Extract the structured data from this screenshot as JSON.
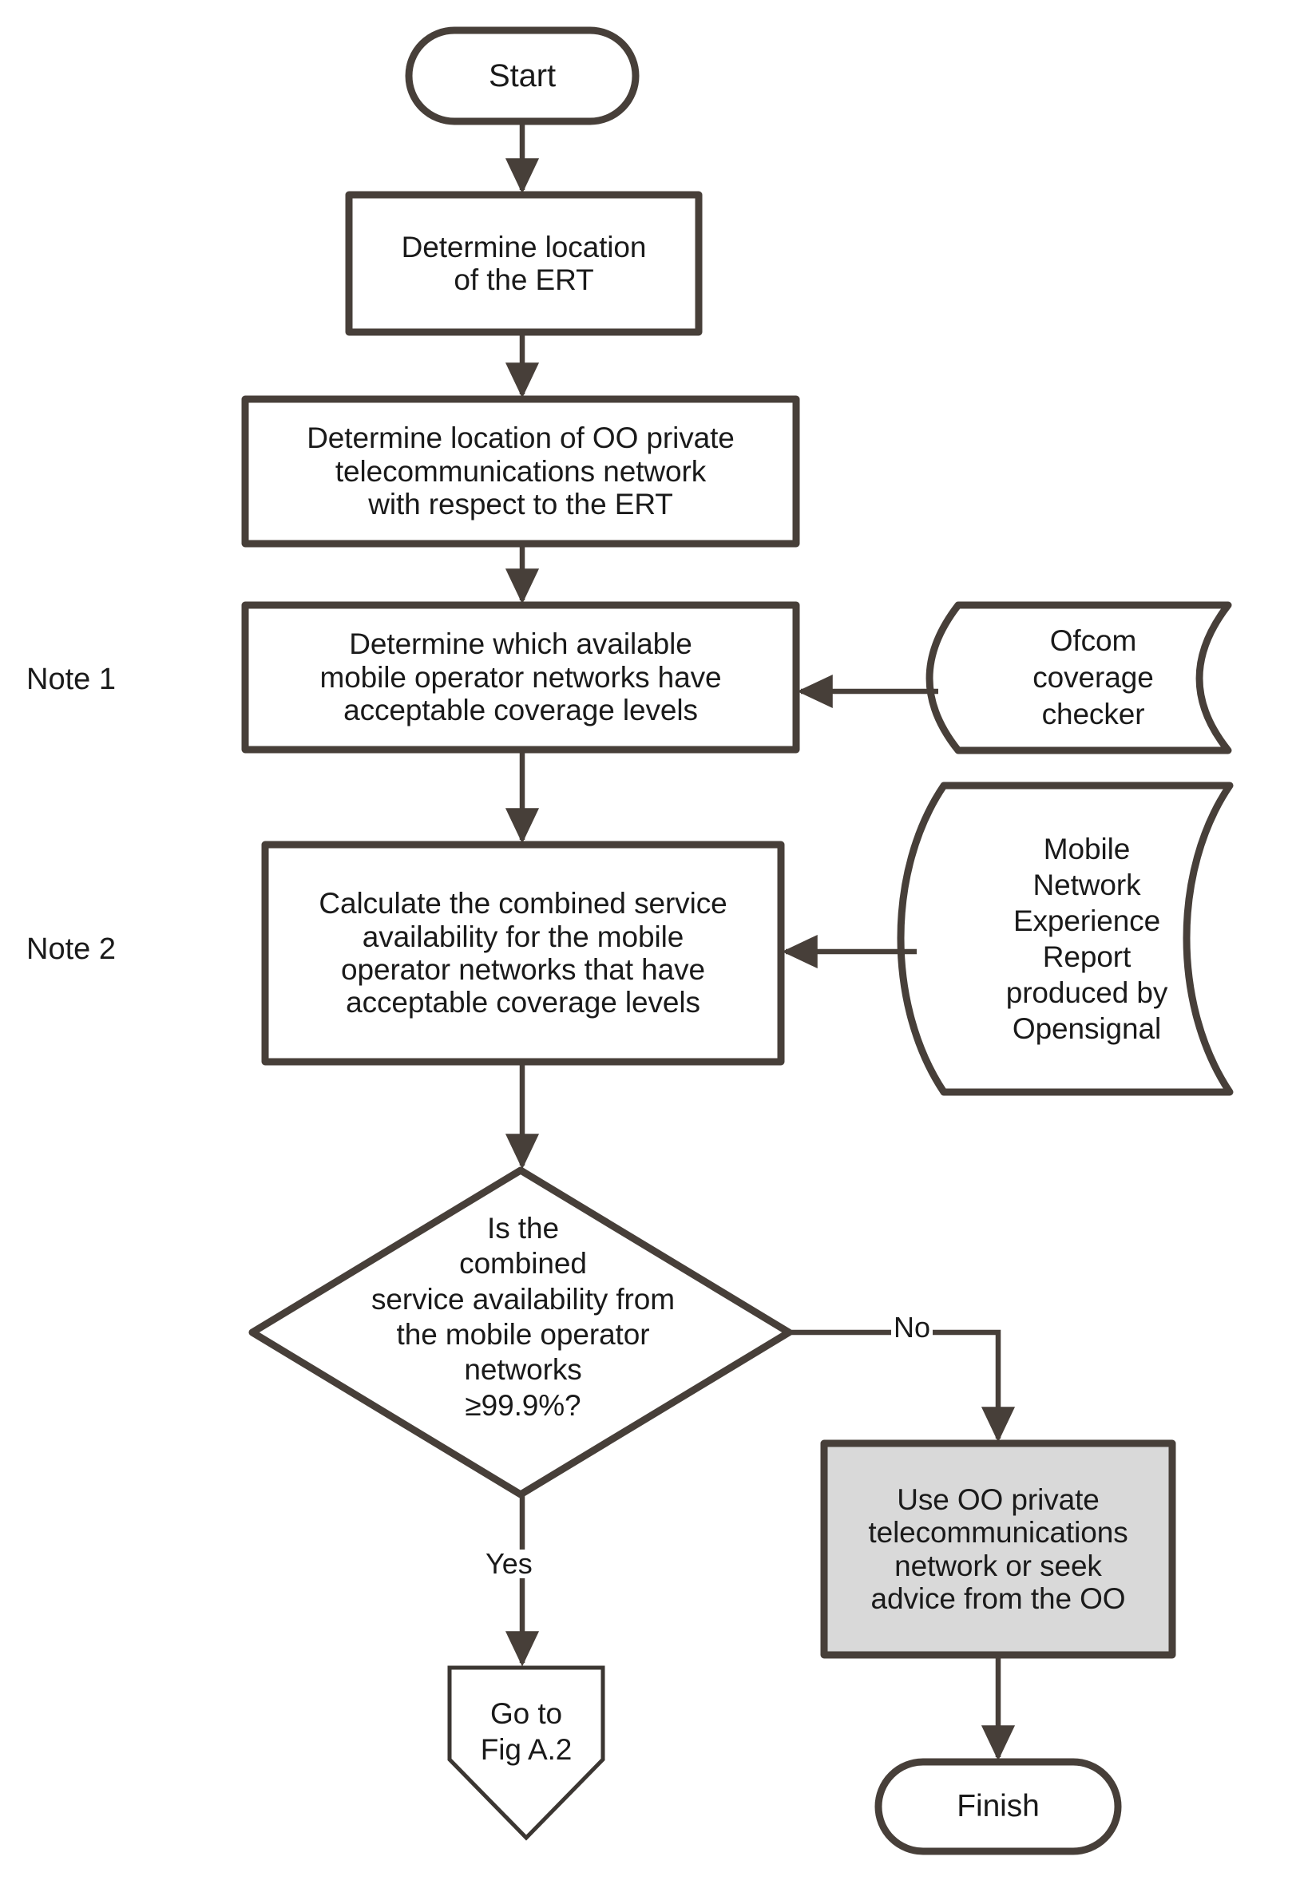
{
  "diagram": {
    "type": "flowchart",
    "title": "",
    "colors": {
      "stroke": "#473f39",
      "thin_stroke": "#3b3632",
      "text": "#1a1a1a",
      "background": "#ffffff",
      "highlight_fill": "#d9d9d9"
    },
    "nodes": [
      {
        "id": "start",
        "shape": "terminator",
        "label": "Start",
        "fill": "#ffffff"
      },
      {
        "id": "determine-ert-location",
        "shape": "process",
        "label": "Determine location\nof the ERT",
        "fill": "#ffffff"
      },
      {
        "id": "determine-oo-network-location",
        "shape": "process",
        "label": "Determine location of OO private\ntelecommunications network\nwith respect to the ERT",
        "fill": "#ffffff"
      },
      {
        "id": "determine-acceptable-coverage",
        "shape": "process",
        "label": "Determine which available\nmobile operator networks have\nacceptable coverage levels",
        "fill": "#ffffff"
      },
      {
        "id": "ofcom-coverage-checker",
        "shape": "stored-data",
        "label": "Ofcom\ncoverage\nchecker",
        "fill": "#ffffff"
      },
      {
        "id": "calculate-combined-availability",
        "shape": "process",
        "label": "Calculate the combined service\navailability for the mobile\noperator networks that have\nacceptable coverage levels",
        "fill": "#ffffff"
      },
      {
        "id": "opensignal-report",
        "shape": "stored-data",
        "label": "Mobile\nNetwork\nExperience\nReport\nproduced by\nOpensignal",
        "fill": "#ffffff"
      },
      {
        "id": "availability-decision",
        "shape": "decision",
        "label": "Is the\ncombined\nservice availability from\nthe mobile operator\nnetworks\n≥99.9%?",
        "fill": "#ffffff"
      },
      {
        "id": "use-oo-network",
        "shape": "process",
        "label": "Use OO private\ntelecommunications\nnetwork or seek\nadvice from the OO",
        "fill": "#d9d9d9"
      },
      {
        "id": "go-to-fig-a2",
        "shape": "off-page-connector",
        "label": "Go to\nFig A.2",
        "fill": "#ffffff"
      },
      {
        "id": "finish",
        "shape": "terminator",
        "label": "Finish",
        "fill": "#ffffff"
      }
    ],
    "edges": [
      {
        "id": "e-start-ert",
        "from": "start",
        "to": "determine-ert-location",
        "label": ""
      },
      {
        "id": "e-ert-oo",
        "from": "determine-ert-location",
        "to": "determine-oo-network-location",
        "label": ""
      },
      {
        "id": "e-oo-coverage",
        "from": "determine-oo-network-location",
        "to": "determine-acceptable-coverage",
        "label": ""
      },
      {
        "id": "e-ofcom-coverage",
        "from": "ofcom-coverage-checker",
        "to": "determine-acceptable-coverage",
        "label": ""
      },
      {
        "id": "e-coverage-calculate",
        "from": "determine-acceptable-coverage",
        "to": "calculate-combined-availability",
        "label": ""
      },
      {
        "id": "e-opensignal-calculate",
        "from": "opensignal-report",
        "to": "calculate-combined-availability",
        "label": ""
      },
      {
        "id": "e-calculate-decision",
        "from": "calculate-combined-availability",
        "to": "availability-decision",
        "label": ""
      },
      {
        "id": "e-decision-no",
        "from": "availability-decision",
        "to": "use-oo-network",
        "label": "No"
      },
      {
        "id": "e-decision-yes",
        "from": "availability-decision",
        "to": "go-to-fig-a2",
        "label": "Yes"
      },
      {
        "id": "e-oo-finish",
        "from": "use-oo-network",
        "to": "finish",
        "label": ""
      }
    ],
    "annotations": [
      {
        "id": "note-1",
        "label": "Note 1"
      },
      {
        "id": "note-2",
        "label": "Note 2"
      }
    ]
  }
}
